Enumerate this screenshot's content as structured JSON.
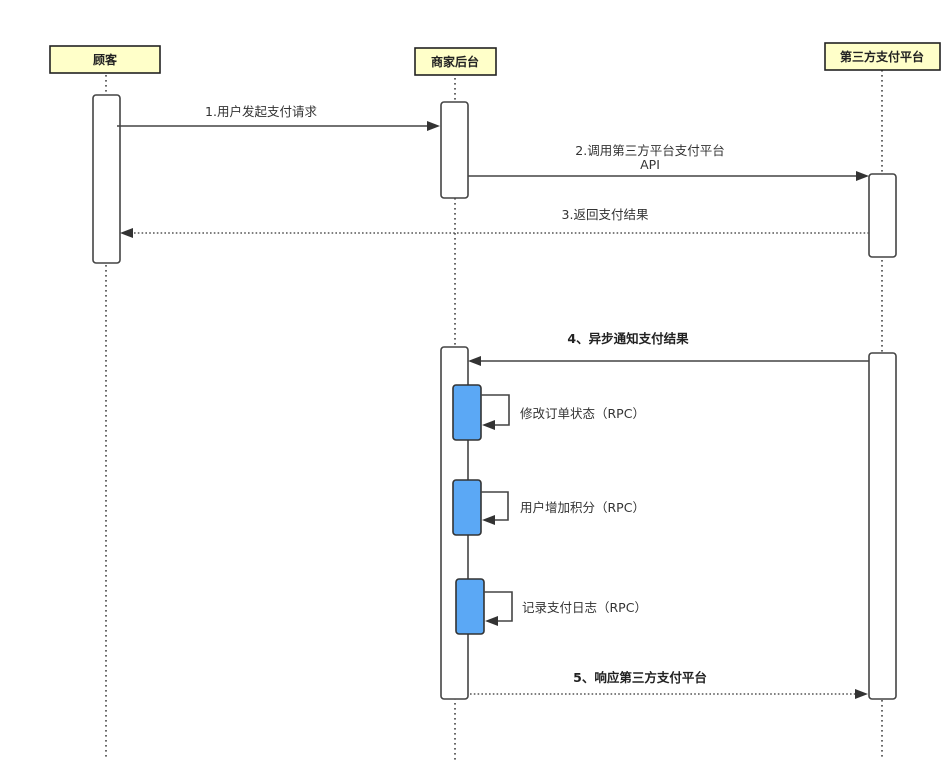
{
  "diagram": {
    "type": "sequence",
    "participants": [
      {
        "id": "customer",
        "label": "顾客"
      },
      {
        "id": "merchant",
        "label": "商家后台"
      },
      {
        "id": "thirdparty",
        "label": "第三方支付平台"
      }
    ],
    "messages": [
      {
        "from": "customer",
        "to": "merchant",
        "label": "1.用户发起支付请求",
        "style": "solid"
      },
      {
        "from": "merchant",
        "to": "thirdparty",
        "label_line1": "2.调用第三方平台支付平台",
        "label_line2": "API",
        "style": "solid"
      },
      {
        "from": "thirdparty",
        "to": "customer",
        "label": "3.返回支付结果",
        "style": "dotted"
      },
      {
        "from": "thirdparty",
        "to": "merchant",
        "label": "4、异步通知支付结果",
        "style": "solid"
      },
      {
        "from": "merchant",
        "to": "merchant",
        "label": "修改订单状态（RPC）",
        "style": "self"
      },
      {
        "from": "merchant",
        "to": "merchant",
        "label": "用户增加积分（RPC）",
        "style": "self"
      },
      {
        "from": "merchant",
        "to": "merchant",
        "label": "记录支付日志（RPC）",
        "style": "self"
      },
      {
        "from": "merchant",
        "to": "thirdparty",
        "label": "5、响应第三方支付平台",
        "style": "dotted"
      }
    ],
    "colors": {
      "header_fill": "#ffffc9",
      "activation_highlight": "#5ba8f5",
      "line": "#444444"
    }
  }
}
